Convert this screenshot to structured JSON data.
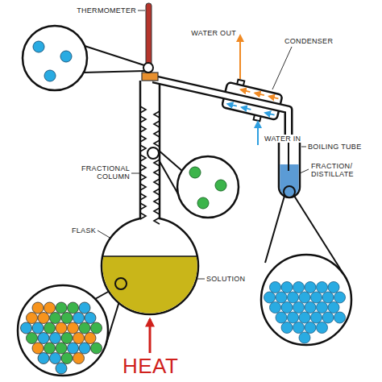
{
  "diagram": {
    "labels": [
      "THERMOMETER",
      "WATER OUT",
      "CONDENSER",
      "WATER IN",
      "BOILING TUBE",
      "FRACTION/ DISTILLATE",
      "FRACTIONAL COLUMN",
      "FLASK",
      "SOLUTION",
      "HEAT"
    ]
  }
}
